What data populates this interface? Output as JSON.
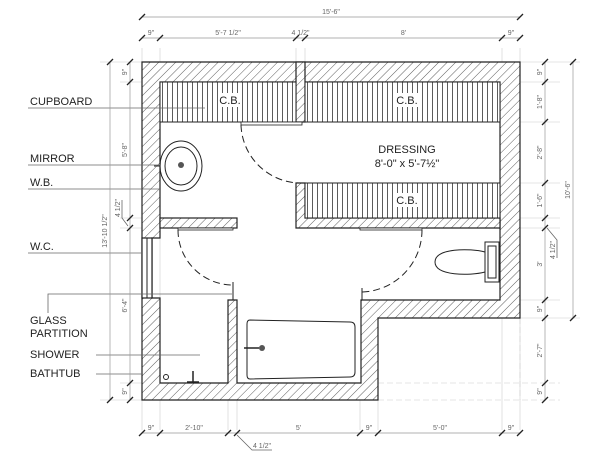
{
  "rooms": {
    "dressing_title": "DRESSING",
    "dressing_size": "8'-0\" x 5'-7½\"",
    "closet_label": "C.B."
  },
  "labels": {
    "cupboard": "CUPBOARD",
    "mirror": "MIRROR",
    "wash_basin": "W.B.",
    "water_closet": "W.C.",
    "glass_line1": "GLASS",
    "glass_line2": "PARTITION",
    "shower": "SHOWER",
    "bathtub": "BATHTUB"
  },
  "dimensions": {
    "top_total": "15'-6\"",
    "top": [
      "9\"",
      "5'-7 1/2\"",
      "4 1/2\"",
      "8'",
      "9\""
    ],
    "bottom": [
      "9\"",
      "2'-10\"",
      "5'",
      "9\"",
      "5'-0\"",
      "9\""
    ],
    "bottom_note": "4 1/2\"",
    "right": [
      "9\"",
      "1'-8\"",
      "2'-8\"",
      "1'-6\"",
      "3'",
      "9\"",
      "2'-7\"",
      "9\""
    ],
    "right_note": "4 1/2\"",
    "right_total": "10'-6\"",
    "left": [
      "9\"",
      "5'-8\"",
      "4 1/2\"",
      "6'-4\"",
      "9\""
    ],
    "left_total": "13'-10 1/2\""
  }
}
